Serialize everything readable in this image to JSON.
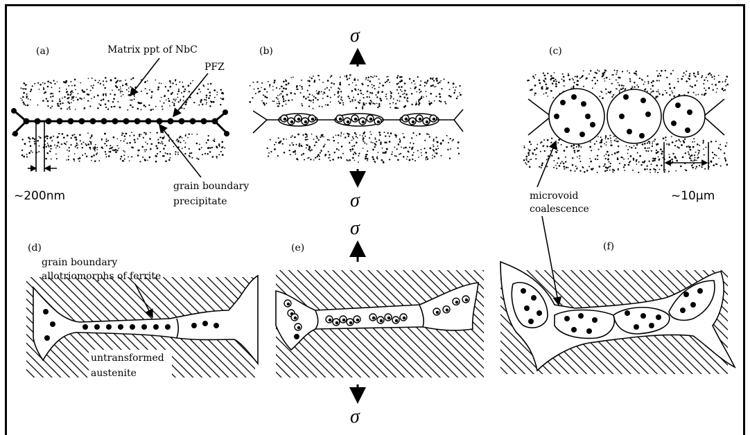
{
  "panels": {
    "a": "(a)",
    "b": "(b)",
    "c": "(c)",
    "d": "(d)",
    "e": "(e)",
    "f": "(f)"
  },
  "annotations": {
    "matrix_ppt": "Matrix ppt of NbC",
    "pfz": "PFZ",
    "gb_precip_1": "grain boundary",
    "gb_precip_2": "precipitate",
    "scale_nm": "~200nm",
    "scale_um": "~10µm",
    "microvoid_1": "microvoid",
    "microvoid_2": "coalescence",
    "allotrio_1": "grain boundary",
    "allotrio_2": "allotriomorphs of ferrite",
    "untransformed_1": "untransformed",
    "untransformed_2": "austenite"
  },
  "stress": {
    "symbol": "σ"
  }
}
